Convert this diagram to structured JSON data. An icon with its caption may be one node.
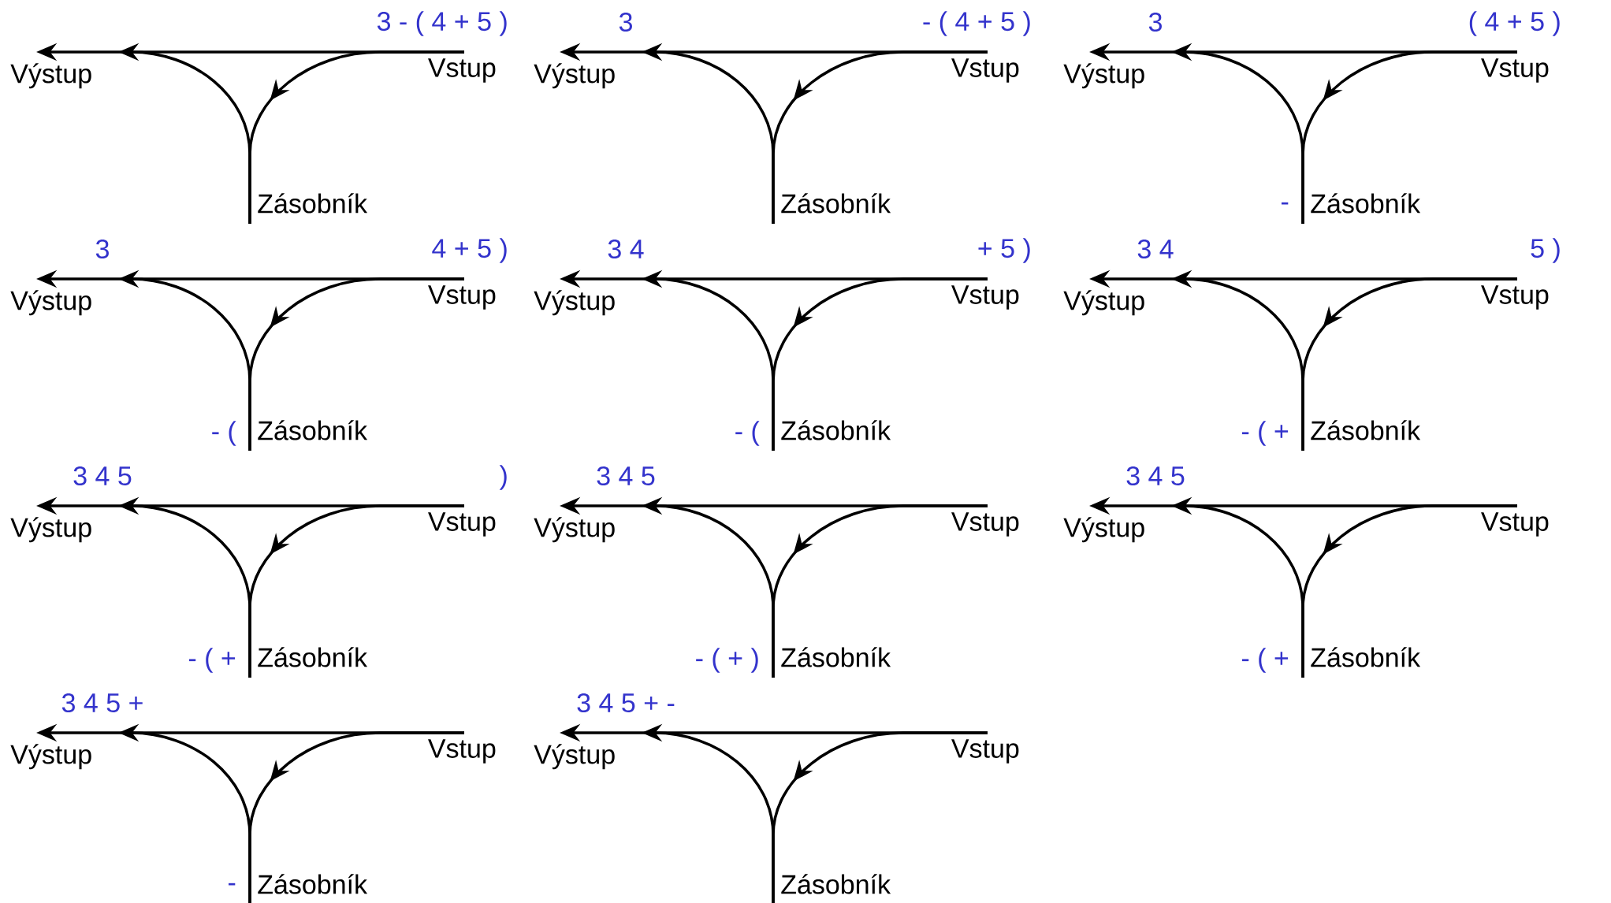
{
  "diagram": {
    "nodes": [
      {
        "text": [
          "Výstup"
        ]
      },
      {
        "text": [
          "Vstup"
        ],
        "beside": [
          "3 - ( 4 + 5 )"
        ]
      },
      {
        "text": [
          "Zásobník"
        ]
      },
      {
        "text": [
          "Výstup"
        ],
        "beside": [
          "3"
        ]
      },
      {
        "text": [
          "Vstup"
        ],
        "beside": [
          "- ( 4 + 5 )"
        ]
      },
      {
        "text": [
          "Zásobník"
        ]
      },
      {
        "text": [
          "Výstup"
        ],
        "beside": [
          "3"
        ]
      },
      {
        "text": [
          "Vstup"
        ],
        "beside": [
          "( 4 + 5 )"
        ]
      },
      {
        "text": [
          "Zásobník"
        ],
        "beside": [
          "-"
        ]
      },
      {
        "text": [
          "Výstup"
        ],
        "beside": [
          "3"
        ]
      },
      {
        "text": [
          "Vstup"
        ],
        "beside": [
          "4 + 5 )"
        ]
      },
      {
        "text": [
          "Zásobník"
        ],
        "beside": [
          "- ("
        ]
      },
      {
        "text": [
          "Výstup"
        ],
        "beside": [
          "3 4"
        ]
      },
      {
        "text": [
          "Vstup"
        ],
        "beside": [
          "+ 5 )"
        ]
      },
      {
        "text": [
          "Zásobník"
        ],
        "beside": [
          "- ("
        ]
      },
      {
        "text": [
          "Výstup"
        ],
        "beside": [
          "3 4"
        ]
      },
      {
        "text": [
          "Vstup"
        ],
        "beside": [
          "5 )"
        ]
      },
      {
        "text": [
          "Zásobník"
        ],
        "beside": [
          "- ( +"
        ]
      },
      {
        "text": [
          "Výstup"
        ],
        "beside": [
          "3 4 5"
        ]
      },
      {
        "text": [
          "Vstup"
        ],
        "beside": [
          ")"
        ]
      },
      {
        "text": [
          "Zásobník"
        ],
        "beside": [
          "- ( +"
        ]
      },
      {
        "text": [
          "Výstup"
        ],
        "beside": [
          "3 4 5"
        ]
      },
      {
        "text": [
          "Vstup"
        ]
      },
      {
        "text": [
          "Zásobník"
        ],
        "beside": [
          "- ( + )"
        ]
      },
      {
        "text": [
          "Výstup"
        ],
        "beside": [
          "3 4 5"
        ]
      },
      {
        "text": [
          "Vstup"
        ]
      },
      {
        "text": [
          "Zásobník"
        ],
        "beside": [
          "- ( +"
        ]
      },
      {
        "text": [
          "Výstup"
        ],
        "beside": [
          "3 4 5 +"
        ]
      },
      {
        "text": [
          "Vstup"
        ]
      },
      {
        "text": [
          "Zásobník"
        ],
        "beside": [
          "-"
        ]
      },
      {
        "text": [
          "Výstup"
        ],
        "beside": [
          "3 4 5 + -"
        ]
      },
      {
        "text": [
          "Vstup"
        ]
      },
      {
        "text": [
          "Zásobník"
        ]
      }
    ],
    "edges": [
      {
        "from": 1,
        "to": 0,
        "arrow": "to"
      },
      {
        "from": 1,
        "to": 2,
        "arrow": "to"
      },
      {
        "from": 2,
        "to": 0,
        "arrow": "to"
      },
      {
        "from": 4,
        "to": 3,
        "arrow": "to"
      },
      {
        "from": 4,
        "to": 5,
        "arrow": "to"
      },
      {
        "from": 5,
        "to": 3,
        "arrow": "to"
      },
      {
        "from": 7,
        "to": 6,
        "arrow": "to"
      },
      {
        "from": 7,
        "to": 8,
        "arrow": "to"
      },
      {
        "from": 8,
        "to": 6,
        "arrow": "to"
      },
      {
        "from": 10,
        "to": 9,
        "arrow": "to"
      },
      {
        "from": 10,
        "to": 11,
        "arrow": "to"
      },
      {
        "from": 11,
        "to": 9,
        "arrow": "to"
      },
      {
        "from": 13,
        "to": 12,
        "arrow": "to"
      },
      {
        "from": 13,
        "to": 14,
        "arrow": "to"
      },
      {
        "from": 14,
        "to": 12,
        "arrow": "to"
      },
      {
        "from": 16,
        "to": 15,
        "arrow": "to"
      },
      {
        "from": 16,
        "to": 17,
        "arrow": "to"
      },
      {
        "from": 17,
        "to": 15,
        "arrow": "to"
      },
      {
        "from": 19,
        "to": 18,
        "arrow": "to"
      },
      {
        "from": 19,
        "to": 20,
        "arrow": "to"
      },
      {
        "from": 20,
        "to": 18,
        "arrow": "to"
      },
      {
        "from": 22,
        "to": 21,
        "arrow": "to"
      },
      {
        "from": 22,
        "to": 23,
        "arrow": "to"
      },
      {
        "from": 23,
        "to": 21,
        "arrow": "to"
      },
      {
        "from": 25,
        "to": 24,
        "arrow": "to"
      },
      {
        "from": 25,
        "to": 26,
        "arrow": "to"
      },
      {
        "from": 26,
        "to": 24,
        "arrow": "to"
      },
      {
        "from": 28,
        "to": 27,
        "arrow": "to"
      },
      {
        "from": 28,
        "to": 29,
        "arrow": "to"
      },
      {
        "from": 29,
        "to": 27,
        "arrow": "to"
      },
      {
        "from": 31,
        "to": 30,
        "arrow": "to"
      },
      {
        "from": 31,
        "to": 32,
        "arrow": "to"
      },
      {
        "from": 32,
        "to": 30,
        "arrow": "to"
      }
    ]
  }
}
